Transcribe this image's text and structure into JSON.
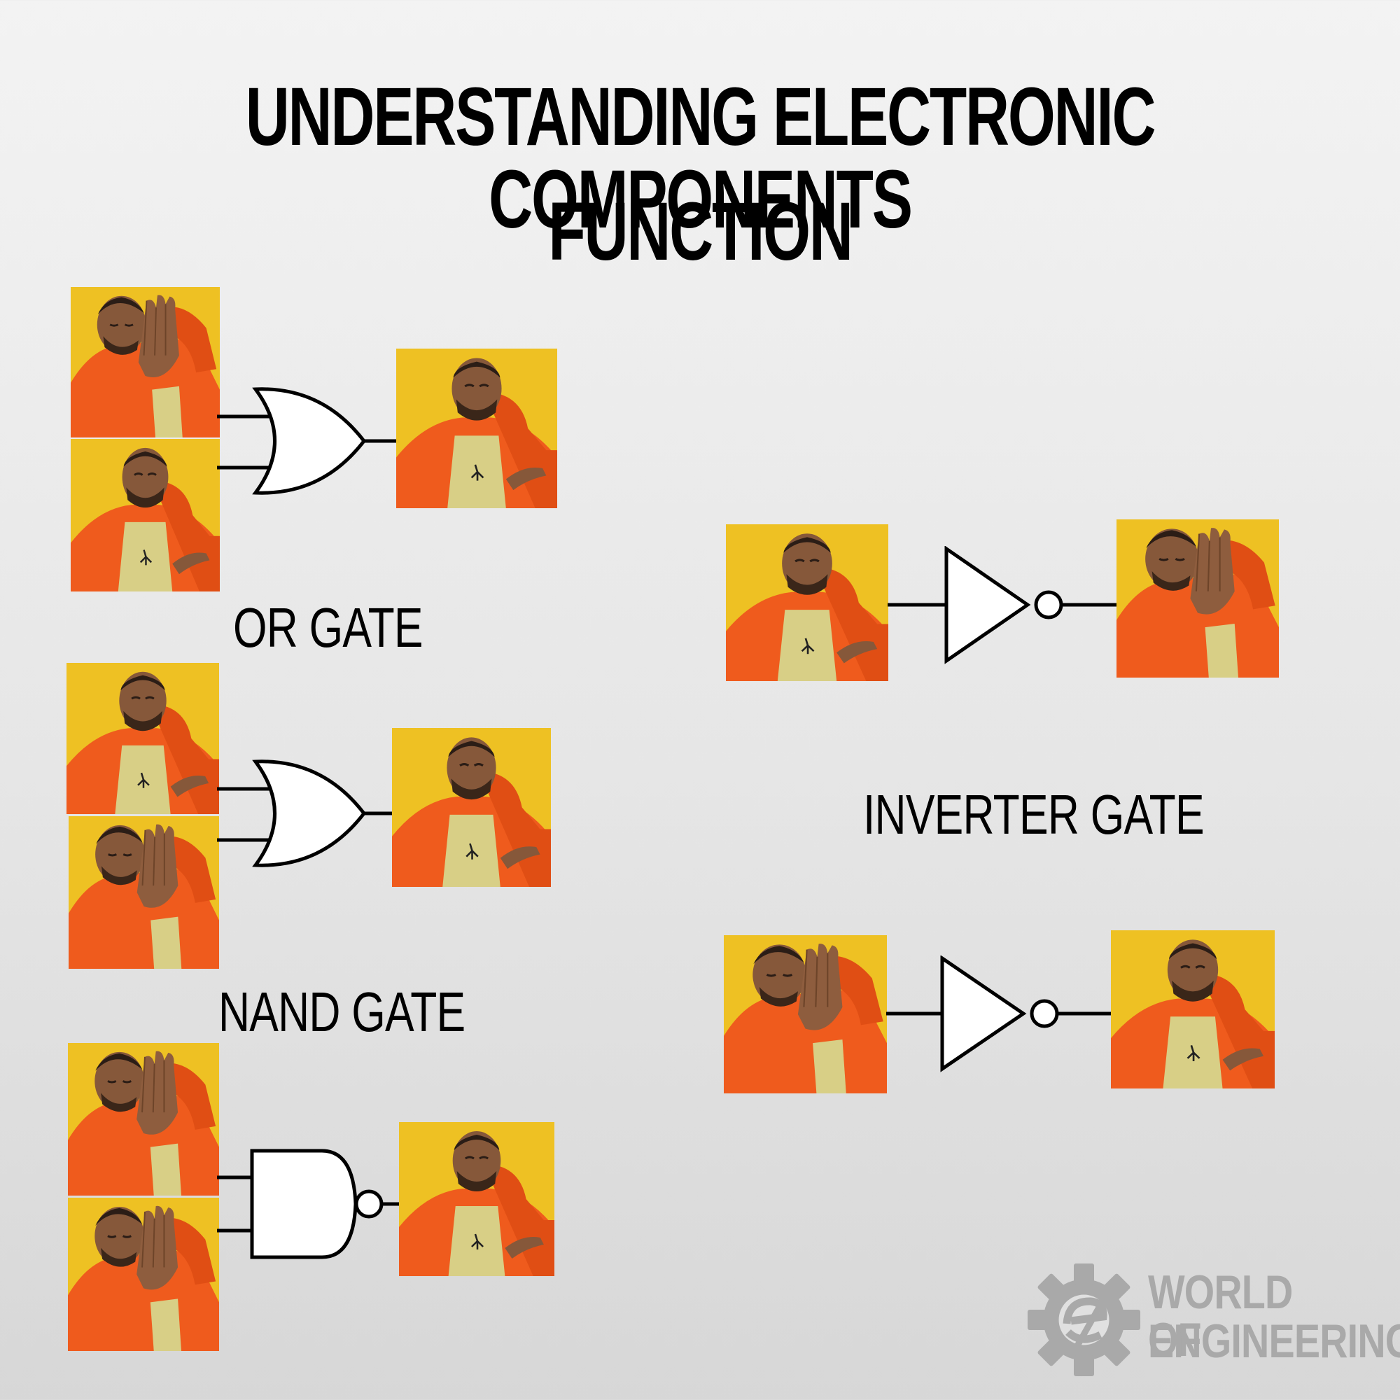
{
  "title": {
    "line1": "UNDERSTANDING ELECTRONIC COMPONENTS",
    "line2": "FUNCTION"
  },
  "gates": [
    {
      "id": "or",
      "label": "OR GATE",
      "symbol": "or-gate-icon",
      "inputs": [
        "disapprove",
        "approve"
      ],
      "output": "approve"
    },
    {
      "id": "nand",
      "label": "NAND GATE",
      "symbol": "or-gate-icon",
      "inputs": [
        "approve",
        "disapprove"
      ],
      "output": "approve"
    },
    {
      "id": "and-nand",
      "label": "",
      "symbol": "nand-gate-icon",
      "inputs": [
        "disapprove",
        "disapprove"
      ],
      "output": "approve"
    },
    {
      "id": "inverter-1",
      "label": "INVERTER GATE",
      "symbol": "not-gate-icon",
      "inputs": [
        "approve"
      ],
      "output": "disapprove"
    },
    {
      "id": "inverter-2",
      "label": "",
      "symbol": "not-gate-icon",
      "inputs": [
        "disapprove"
      ],
      "output": "approve"
    }
  ],
  "watermark": {
    "line1": "WORLD OF",
    "line2": "ENGINEERING",
    "icon": "gear-icon"
  },
  "colors": {
    "panel_bg": "#efc022",
    "jacket": "#f05a1e",
    "skin": "#8a5a3c",
    "watermark": "#a9a9a9"
  }
}
